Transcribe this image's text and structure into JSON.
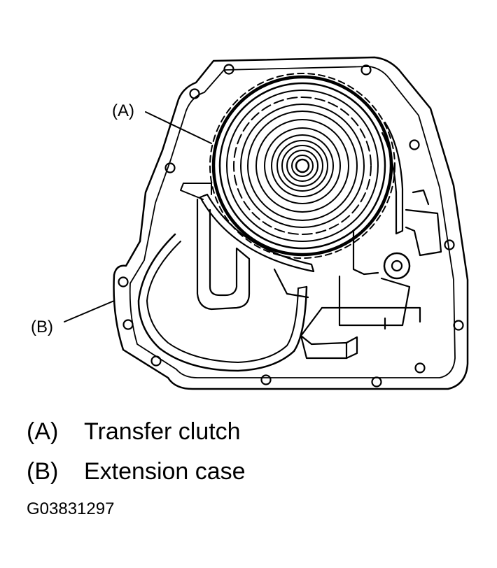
{
  "callouts": {
    "a": "(A)",
    "b": "(B)"
  },
  "legend": [
    {
      "key": "(A)",
      "text": "Transfer clutch"
    },
    {
      "key": "(B)",
      "text": "Extension case"
    }
  ],
  "figure_code": "G03831297"
}
